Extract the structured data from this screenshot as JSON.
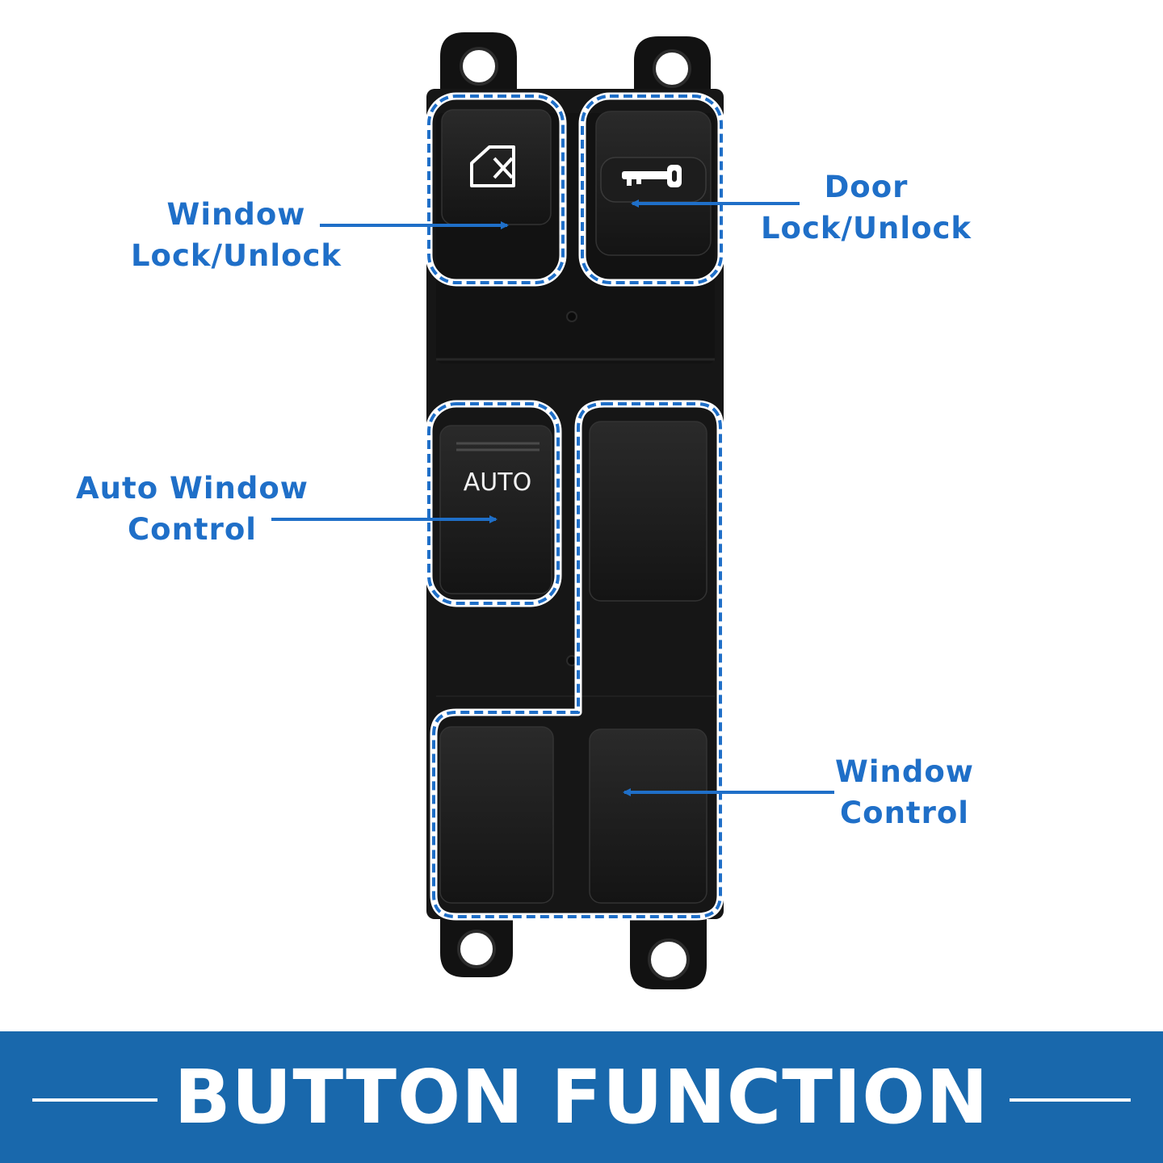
{
  "colors": {
    "accent": "#1f6fc8",
    "banner": "#1968ac",
    "switch_body": "#161616"
  },
  "switch": {
    "auto_key_text": "AUTO",
    "window_lock_key_icon": "window-lock-icon",
    "door_lock_key_icon": "key-icon"
  },
  "callouts": {
    "window_lock": {
      "line1": "Window",
      "line2": "Lock/Unlock"
    },
    "door_lock": {
      "line1": "Door",
      "line2": "Lock/Unlock"
    },
    "auto_window": {
      "line1": "Auto Window",
      "line2": "Control"
    },
    "window_control": {
      "line1": "Window",
      "line2": "Control"
    }
  },
  "banner": {
    "title": "BUTTON FUNCTION"
  }
}
